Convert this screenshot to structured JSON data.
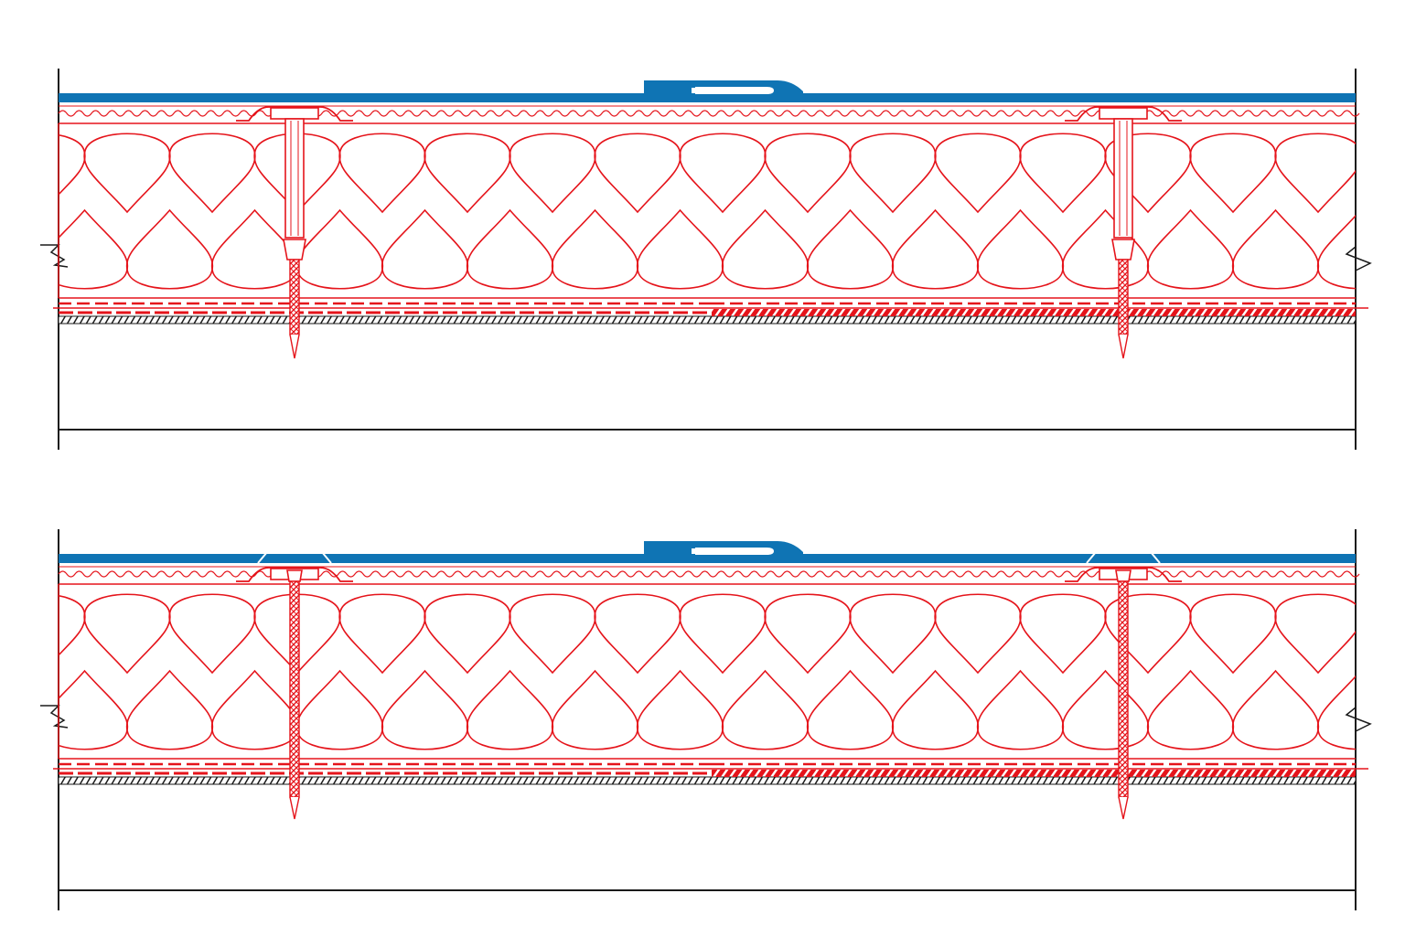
{
  "colors": {
    "membrane": "#0f74b4",
    "insulation": "#e5141b",
    "line": "#1a1a1a",
    "background": "#ffffff"
  },
  "figures": [
    {
      "id": "roof-section-top",
      "fastener": "sleeve-fastener"
    },
    {
      "id": "roof-section-bottom",
      "fastener": "long-screw"
    }
  ]
}
